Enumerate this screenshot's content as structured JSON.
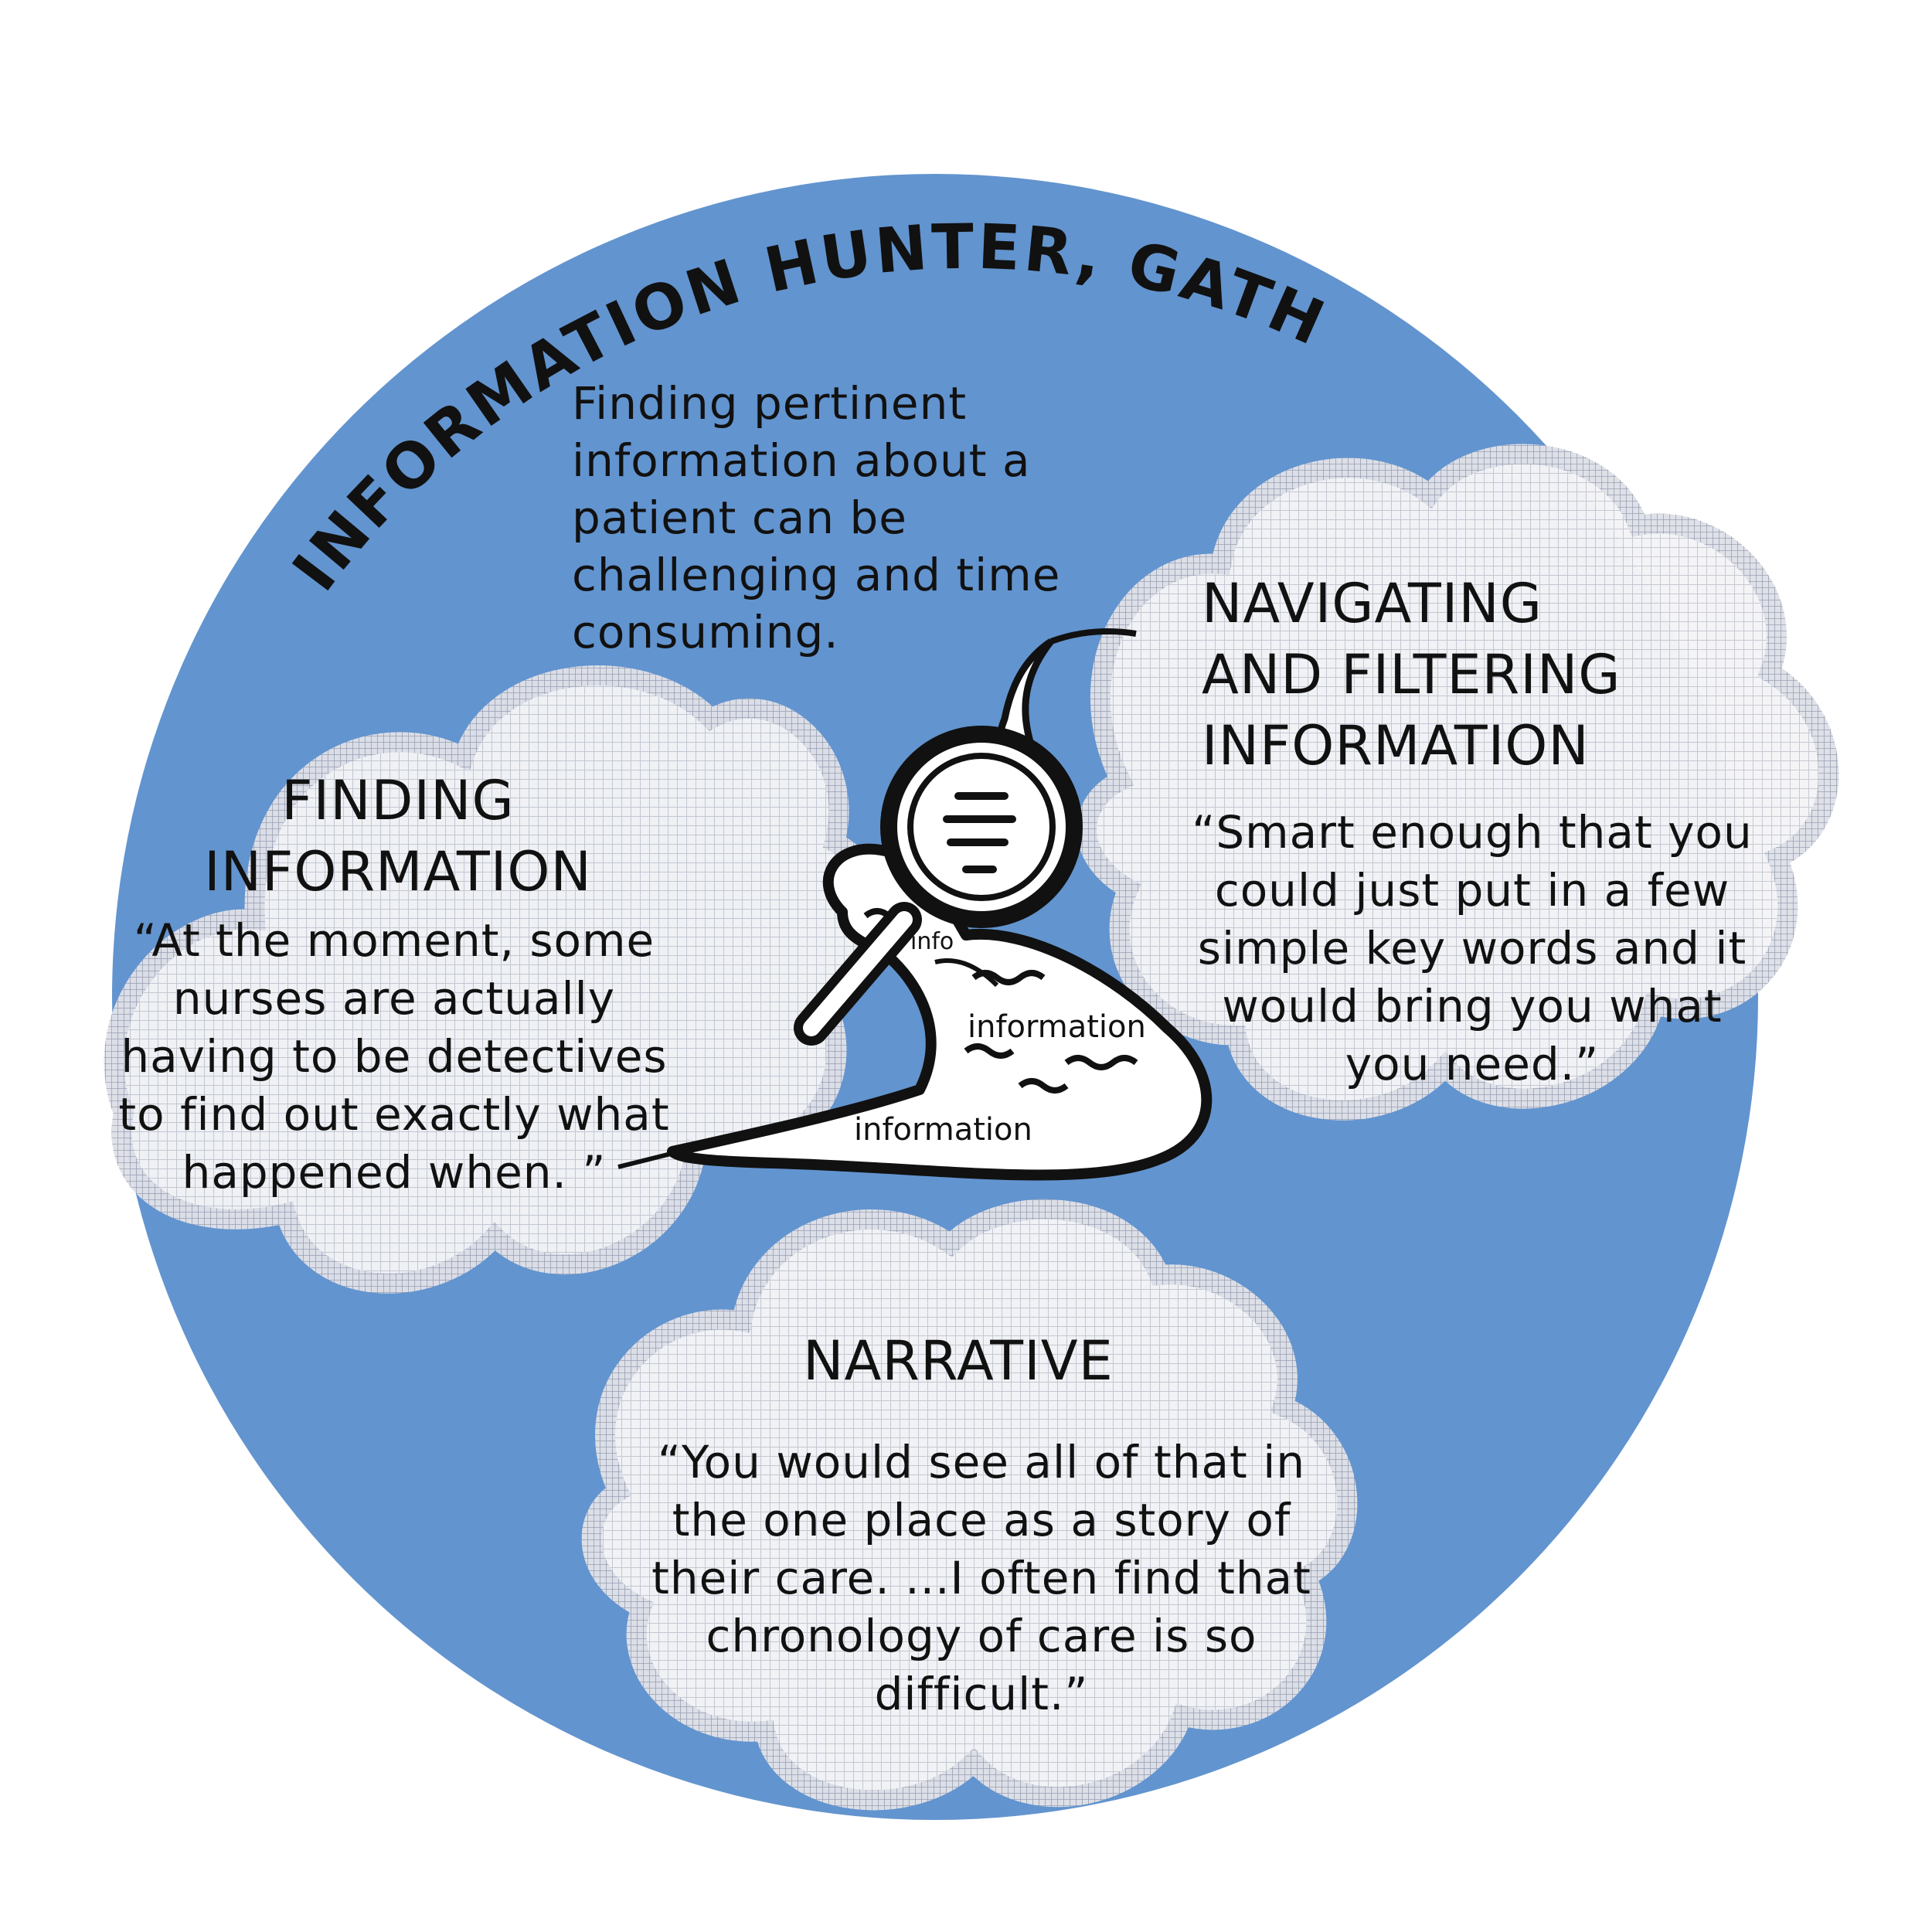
{
  "title": "INFORMATION HUNTER, GATHERER",
  "intro": {
    "lines": [
      "Finding pertinent",
      "information about a",
      "patient can be",
      "challenging and time",
      "consuming."
    ]
  },
  "finding": {
    "heading": [
      "FINDING",
      "INFORMATION"
    ],
    "quote": [
      "“At the moment, some",
      "nurses are actually",
      "having to be detectives",
      "to find out exactly what",
      "happened when. ”"
    ]
  },
  "navigating": {
    "heading": [
      "NAVIGATING",
      "AND FILTERING",
      "INFORMATION"
    ],
    "quote": [
      "“Smart enough that you",
      "could just put in a few",
      "simple key words and it",
      "would bring you what",
      "you need.”"
    ]
  },
  "narrative": {
    "heading": [
      "NARRATIVE"
    ],
    "quote": [
      "“You would see all of that in",
      "the one place as a story of",
      "their care. ...I often find that",
      "chronology of care is so",
      "difficult.”"
    ]
  },
  "illustration_labels": {
    "info": "info",
    "information_1": "information",
    "information_2": "information"
  },
  "colors": {
    "circle_blue": "#6294cf",
    "cloud_fill": "#f3f3f5",
    "cloud_hatch": "#c9ccd6",
    "ink": "#111111"
  },
  "icons": {
    "magnifier": "magnifying-glass-icon",
    "pile": "information-pile-icon"
  }
}
